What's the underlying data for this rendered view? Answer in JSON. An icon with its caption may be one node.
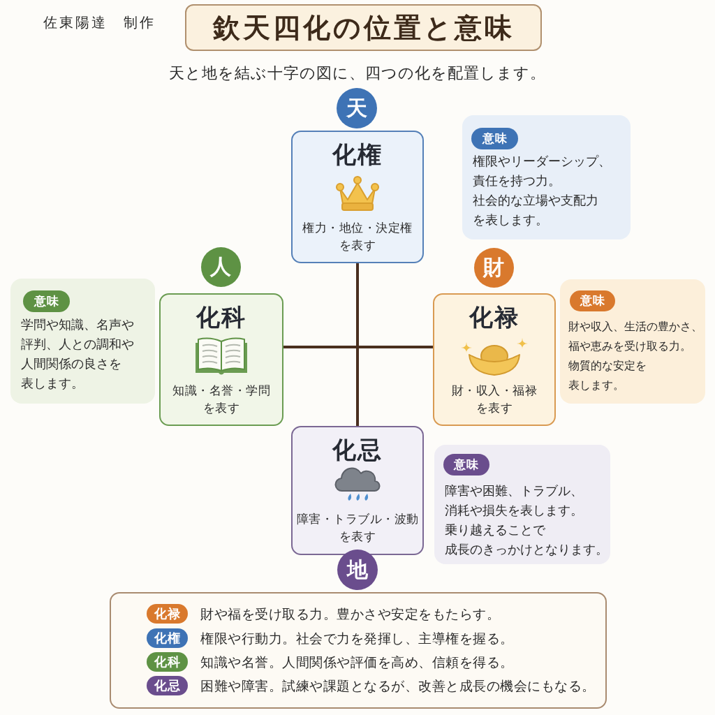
{
  "diagram": {
    "title": "欽天四化の位置と意味",
    "nodes": [
      {
        "text": [
          "天"
        ]
      },
      {
        "text": [
          "化権",
          "権力・地位・決定権を表す"
        ]
      },
      {
        "text": [
          "権限やリーダーシップ、責任を持つ力。社会的な立場や支配力を表します。"
        ]
      },
      {
        "text": [
          "意味"
        ],
        "in": 2
      },
      {
        "text": [
          "人"
        ]
      },
      {
        "text": [
          "財"
        ]
      },
      {
        "text": [
          "学問や知識、名声や評判、人との調和や人間関係の良さを表します。"
        ]
      },
      {
        "text": [
          "意味"
        ],
        "in": 6
      },
      {
        "text": [
          "化科",
          "知識・名誉・学問を表す"
        ]
      },
      {
        "text": [
          "化禄",
          "財・収入・福禄を表す"
        ]
      },
      {
        "text": [
          "財や収入、生活の豊かさ、福や恵みを受け取る力。物質的な安定を表します。"
        ]
      },
      {
        "text": [
          "意味"
        ],
        "in": 10
      },
      {
        "text": [
          "化忌",
          "障害・トラブル・波動を表す"
        ]
      },
      {
        "text": [
          "障害や困難、トラブル、消耗や損失を表します。乗り越えることで成長のきっかけとなります。"
        ]
      },
      {
        "text": [
          "意味"
        ],
        "in": 13
      },
      {
        "text": [
          "地"
        ]
      },
      {
        "text": [],
        "shape": "box"
      },
      {
        "text": [
          "化禄"
        ],
        "beside": [
          "財や福を受け取る力。豊かさや安定をもたらす。"
        ],
        "in": 16
      },
      {
        "text": [
          "化権"
        ],
        "beside": [
          "権限や行動力。社会で力を発揮し、主導権を握る。"
        ],
        "in": 16
      },
      {
        "text": [
          "化科"
        ],
        "beside": [
          "知識や名誉。人間関係や評価を高め、信頼を得る。"
        ],
        "in": 16
      },
      {
        "text": [
          "化忌"
        ],
        "beside": [
          "困難や障害。試練や課題となるが、改善と成長の機会にもなる。"
        ],
        "in": 16
      }
    ],
    "edges": [
      {
        "from": 1,
        "to": 12,
        "arrow": "none"
      },
      {
        "from": 8,
        "to": 9,
        "arrow": "none"
      }
    ],
    "labels": [
      "佐東陽達　制作",
      "天と地を結ぶ十字の図に、四つの化を配置します。"
    ]
  }
}
